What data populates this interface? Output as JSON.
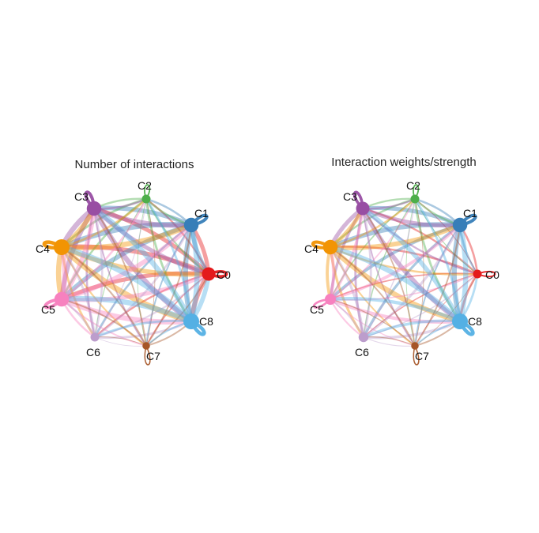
{
  "panels": [
    {
      "id": "count",
      "title": "Number of interactions",
      "nodes": [
        {
          "name": "C0",
          "color": "#E41A1C",
          "weight": 8
        },
        {
          "name": "C1",
          "color": "#377EB8",
          "weight": 9
        },
        {
          "name": "C2",
          "color": "#4DAF4A",
          "weight": 4
        },
        {
          "name": "C3",
          "color": "#984EA3",
          "weight": 9
        },
        {
          "name": "C4",
          "color": "#F29403",
          "weight": 10
        },
        {
          "name": "C5",
          "color": "#F781BF",
          "weight": 9
        },
        {
          "name": "C6",
          "color": "#BC9DCC",
          "weight": 4
        },
        {
          "name": "C7",
          "color": "#A65628",
          "weight": 3
        },
        {
          "name": "C8",
          "color": "#54B0E4",
          "weight": 10
        }
      ]
    },
    {
      "id": "weight",
      "title": "Interaction weights/strength",
      "nodes": [
        {
          "name": "C0",
          "color": "#E41A1C",
          "weight": 4
        },
        {
          "name": "C1",
          "color": "#377EB8",
          "weight": 9
        },
        {
          "name": "C2",
          "color": "#4DAF4A",
          "weight": 4
        },
        {
          "name": "C3",
          "color": "#984EA3",
          "weight": 8
        },
        {
          "name": "C4",
          "color": "#F29403",
          "weight": 9
        },
        {
          "name": "C5",
          "color": "#F781BF",
          "weight": 6
        },
        {
          "name": "C6",
          "color": "#BC9DCC",
          "weight": 5
        },
        {
          "name": "C7",
          "color": "#A65628",
          "weight": 3
        },
        {
          "name": "C8",
          "color": "#54B0E4",
          "weight": 10
        }
      ]
    }
  ]
}
